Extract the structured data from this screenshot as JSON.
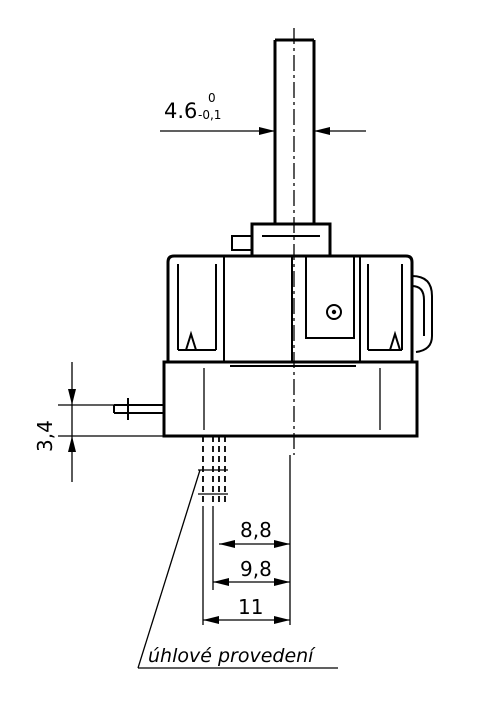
{
  "dimensions": {
    "shaft_diameter": "4.6",
    "shaft_tol_upper": "0",
    "shaft_tol_lower": "-0,1",
    "pin_height": "3,4",
    "dim_a": "8,8",
    "dim_b": "9,8",
    "dim_c": "11"
  },
  "note": "úhlové provedení"
}
